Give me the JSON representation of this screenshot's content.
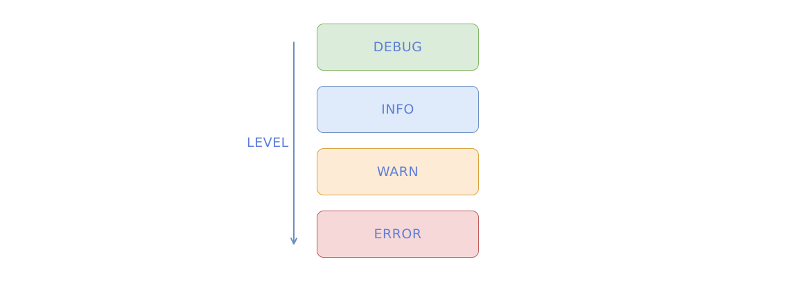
{
  "diagram": {
    "axis": {
      "label": "LEVEL",
      "direction": "down",
      "color": "#6c8ebf"
    },
    "levels": [
      {
        "label": "DEBUG",
        "fill": "#dbecda",
        "stroke": "#82b366"
      },
      {
        "label": "INFO",
        "fill": "#dfeafb",
        "stroke": "#6c8ebf"
      },
      {
        "label": "WARN",
        "fill": "#fdebd6",
        "stroke": "#d6a238"
      },
      {
        "label": "ERROR",
        "fill": "#f7d8d8",
        "stroke": "#c05a5a"
      }
    ],
    "text_color": "#5e7fd8"
  }
}
